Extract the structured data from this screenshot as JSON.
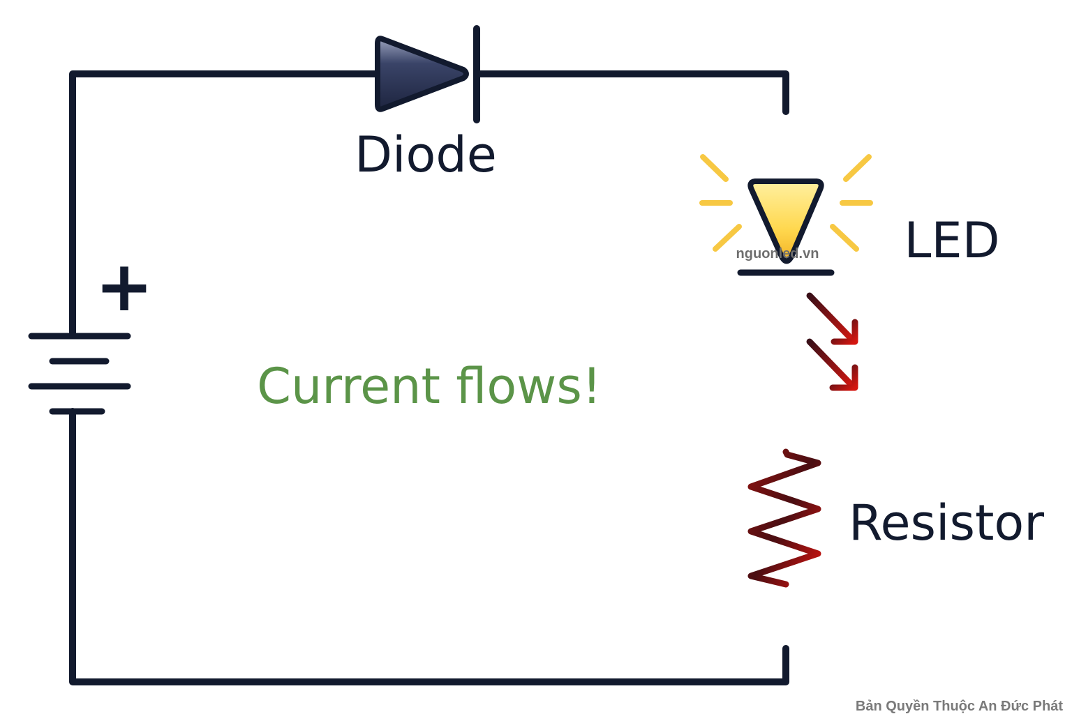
{
  "labels": {
    "diode": "Diode",
    "led": "LED",
    "resistor": "Resistor",
    "current": "Current flows!",
    "battery_plus": "+"
  },
  "watermarks": {
    "site": "nguonled.vn",
    "copyright": "Bản Quyền Thuộc An Đức Phát"
  },
  "colors": {
    "wire": "#121a2e",
    "diode_fill": "#283252",
    "led_fill": "#ffd84f",
    "glow_rays": "#f7c843",
    "emission_arrows": "#c0140e",
    "resistor": "#c0140e",
    "current_text": "#5b9448",
    "watermark": "#6e6e6e"
  }
}
